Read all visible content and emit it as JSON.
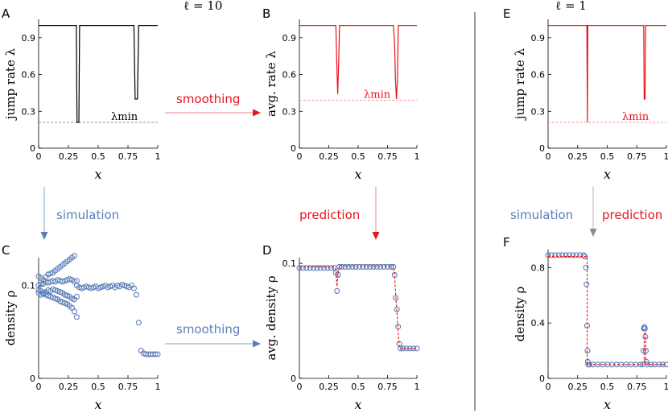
{
  "colors": {
    "black": "#000000",
    "red": "#e8141c",
    "blue": "#5b7db8",
    "gray": "#8c8c8c",
    "pink": "#f29aa0",
    "lightblue": "#9db3d6"
  },
  "header": {
    "left": "ℓ = 10",
    "right": "ℓ = 1"
  },
  "arrows": {
    "smoothing_top": "smoothing",
    "simulation_left": "simulation",
    "prediction_mid": "prediction",
    "smoothing_bottom": "smoothing",
    "simulation_right": "simulation",
    "prediction_right": "prediction"
  },
  "chart_data": [
    {
      "panel": "A",
      "type": "line",
      "ylabel": "jump rate λ",
      "xlabel": "x",
      "xlim": [
        0,
        1
      ],
      "ylim": [
        0,
        1.05
      ],
      "xticks": [
        "0",
        "0.25",
        "0.5",
        "0.75",
        "1"
      ],
      "xtick_values": [
        0,
        0.25,
        0.5,
        0.75,
        1
      ],
      "yticks": [
        "0",
        "0.3",
        "0.6",
        "0.9"
      ],
      "ytick_values": [
        0,
        0.3,
        0.6,
        0.9
      ],
      "annotation": "λmin",
      "lambda_min": 0.21,
      "series": [
        {
          "color": "black",
          "x": [
            0,
            0.316,
            0.322,
            0.33,
            0.338,
            0.344,
            0.8,
            0.81,
            0.82,
            0.83,
            0.84,
            1
          ],
          "y": [
            1,
            1,
            0.21,
            0.21,
            0.21,
            1,
            1,
            0.4,
            0.4,
            0.4,
            1,
            1
          ]
        }
      ]
    },
    {
      "panel": "B",
      "type": "line",
      "ylabel": "avg. rate λ",
      "xlabel": "x",
      "xlim": [
        0,
        1
      ],
      "ylim": [
        0,
        1.05
      ],
      "xticks": [
        "0",
        "0.25",
        "0.5",
        "0.75",
        "1"
      ],
      "xtick_values": [
        0,
        0.25,
        0.5,
        0.75,
        1
      ],
      "yticks": [
        "0",
        "0.3",
        "0.6",
        "0.9"
      ],
      "ytick_values": [
        0,
        0.3,
        0.6,
        0.9
      ],
      "annotation": "λmin",
      "lambda_min": 0.39,
      "series": [
        {
          "color": "red",
          "x": [
            0,
            0.31,
            0.318,
            0.326,
            0.334,
            0.342,
            0.8,
            0.81,
            0.818,
            0.826,
            0.834,
            0.842,
            1
          ],
          "y": [
            1,
            1,
            0.7,
            0.44,
            0.7,
            1,
            1,
            0.85,
            0.55,
            0.4,
            0.55,
            1,
            1
          ]
        }
      ]
    },
    {
      "panel": "E",
      "type": "line",
      "ylabel": "jump rate λ",
      "xlabel": "x",
      "xlim": [
        0,
        1
      ],
      "ylim": [
        0,
        1.05
      ],
      "xticks": [
        "0",
        "0.25",
        "0.5",
        "0.75",
        "1"
      ],
      "xtick_values": [
        0,
        0.25,
        0.5,
        0.75,
        1
      ],
      "yticks": [
        "0",
        "0.3",
        "0.6",
        "0.9"
      ],
      "ytick_values": [
        0,
        0.3,
        0.6,
        0.9
      ],
      "annotation": "λmin",
      "lambda_min": 0.21,
      "series": [
        {
          "color": "red",
          "x": [
            0,
            0.328,
            0.332,
            0.336,
            0.8,
            0.808,
            0.812,
            0.82,
            0.824,
            1
          ],
          "y": [
            1,
            1,
            0.21,
            1,
            1,
            1,
            0.4,
            0.4,
            1,
            1
          ]
        }
      ]
    },
    {
      "panel": "C",
      "type": "scatter",
      "ylabel": "density ρ",
      "xlabel": "x",
      "xlim": [
        0,
        1
      ],
      "ylim": [
        0,
        0.13
      ],
      "xticks": [
        "0",
        "0.25",
        "0.5",
        "0.75",
        "1"
      ],
      "xtick_values": [
        0,
        0.25,
        0.5,
        0.75,
        1
      ],
      "yticks": [
        "0",
        "0.1"
      ],
      "ytick_values": [
        0,
        0.1
      ],
      "series": [
        {
          "color": "blue",
          "x": [
            0,
            0.02,
            0.04,
            0.06,
            0.08,
            0.1,
            0.12,
            0.14,
            0.16,
            0.18,
            0.2,
            0.22,
            0.24,
            0.26,
            0.28,
            0.3,
            0.32,
            0.34,
            0.36,
            0.38,
            0.4,
            0.42,
            0.44,
            0.46,
            0.48,
            0.5,
            0.52,
            0.54,
            0.56,
            0.58,
            0.6,
            0.62,
            0.64,
            0.66,
            0.68,
            0.7,
            0.72,
            0.74,
            0.76,
            0.78,
            0.8,
            0.82,
            0.84,
            0.86,
            0.88,
            0.9,
            0.92,
            0.94,
            0.96,
            0.98,
            1
          ],
          "y": [
            0.11,
            0.108,
            0.106,
            0.109,
            0.112,
            0.113,
            0.114,
            0.116,
            0.118,
            0.12,
            0.122,
            0.124,
            0.126,
            0.128,
            0.13,
            0.132,
            0.1,
            0.098,
            0.097,
            0.098,
            0.099,
            0.098,
            0.097,
            0.098,
            0.099,
            0.097,
            0.098,
            0.099,
            0.1,
            0.098,
            0.099,
            0.1,
            0.098,
            0.1,
            0.099,
            0.101,
            0.1,
            0.099,
            0.098,
            0.1,
            0.097,
            0.09,
            0.06,
            0.03,
            0.027,
            0.026,
            0.026,
            0.026,
            0.026,
            0.026,
            0.026
          ]
        },
        {
          "color": "blue",
          "x": [
            0,
            0.02,
            0.04,
            0.06,
            0.08,
            0.1,
            0.12,
            0.14,
            0.16,
            0.18,
            0.2,
            0.22,
            0.24,
            0.26,
            0.28,
            0.3,
            0.32
          ],
          "y": [
            0.095,
            0.094,
            0.092,
            0.09,
            0.089,
            0.088,
            0.087,
            0.086,
            0.085,
            0.083,
            0.082,
            0.081,
            0.08,
            0.078,
            0.076,
            0.072,
            0.066
          ]
        },
        {
          "color": "blue",
          "x": [
            0,
            0.02,
            0.04,
            0.06,
            0.08,
            0.1,
            0.12,
            0.14,
            0.16,
            0.18,
            0.2,
            0.22,
            0.24,
            0.26,
            0.28,
            0.3,
            0.32
          ],
          "y": [
            0.1,
            0.101,
            0.102,
            0.104,
            0.103,
            0.104,
            0.105,
            0.104,
            0.106,
            0.105,
            0.104,
            0.105,
            0.106,
            0.107,
            0.106,
            0.104,
            0.105
          ]
        },
        {
          "color": "blue",
          "x": [
            0,
            0.02,
            0.04,
            0.06,
            0.08,
            0.1,
            0.12,
            0.14,
            0.16,
            0.18,
            0.2,
            0.22,
            0.24,
            0.26,
            0.28,
            0.3,
            0.32
          ],
          "y": [
            0.092,
            0.09,
            0.091,
            0.093,
            0.095,
            0.094,
            0.096,
            0.095,
            0.094,
            0.093,
            0.092,
            0.09,
            0.089,
            0.088,
            0.086,
            0.085,
            0.088
          ]
        }
      ]
    },
    {
      "panel": "D",
      "type": "line",
      "ylabel": "avg. density ρ",
      "xlabel": "x",
      "xlim": [
        0,
        1
      ],
      "ylim": [
        0,
        0.105
      ],
      "xticks": [
        "0",
        "0.25",
        "0.5",
        "0.75",
        "1"
      ],
      "xtick_values": [
        0,
        0.25,
        0.5,
        0.75,
        1
      ],
      "yticks": [
        "0",
        "0.1"
      ],
      "ytick_values": [
        0,
        0.1
      ],
      "series": [
        {
          "name": "",
          "color": "blue",
          "x": [
            0,
            0.03,
            0.06,
            0.09,
            0.12,
            0.15,
            0.18,
            0.21,
            0.24,
            0.27,
            0.3,
            0.31,
            0.32,
            0.33,
            0.34,
            0.36,
            0.39,
            0.42,
            0.45,
            0.48,
            0.51,
            0.54,
            0.57,
            0.6,
            0.63,
            0.66,
            0.69,
            0.72,
            0.75,
            0.78,
            0.8,
            0.81,
            0.82,
            0.83,
            0.84,
            0.85,
            0.86,
            0.88,
            0.91,
            0.94,
            0.97,
            1
          ],
          "y": [
            0.096,
            0.096,
            0.096,
            0.096,
            0.096,
            0.096,
            0.096,
            0.096,
            0.096,
            0.096,
            0.096,
            0.092,
            0.076,
            0.09,
            0.097,
            0.097,
            0.097,
            0.097,
            0.097,
            0.097,
            0.097,
            0.097,
            0.097,
            0.097,
            0.097,
            0.097,
            0.097,
            0.097,
            0.097,
            0.097,
            0.097,
            0.09,
            0.07,
            0.06,
            0.045,
            0.03,
            0.026,
            0.026,
            0.026,
            0.026,
            0.026,
            0.026
          ]
        },
        {
          "name": "",
          "color": "red",
          "x": [
            0,
            0.3,
            0.31,
            0.32,
            0.33,
            0.34,
            0.8,
            0.81,
            0.82,
            0.83,
            0.84,
            0.85,
            0.86,
            1
          ],
          "y": [
            0.097,
            0.097,
            0.093,
            0.08,
            0.092,
            0.098,
            0.098,
            0.09,
            0.072,
            0.058,
            0.042,
            0.028,
            0.026,
            0.026
          ]
        }
      ]
    },
    {
      "panel": "F",
      "type": "line",
      "ylabel": "density ρ",
      "xlabel": "x",
      "xlim": [
        0,
        1
      ],
      "ylim": [
        0,
        0.93
      ],
      "xticks": [
        "0",
        "0.25",
        "0.5",
        "0.75",
        "1"
      ],
      "xtick_values": [
        0,
        0.25,
        0.5,
        0.75,
        1
      ],
      "yticks": [
        "0",
        "0.4",
        "0.8"
      ],
      "ytick_values": [
        0,
        0.4,
        0.8
      ],
      "series": [
        {
          "name": "",
          "color": "blue",
          "x": [
            0,
            0.03,
            0.06,
            0.09,
            0.12,
            0.15,
            0.18,
            0.21,
            0.24,
            0.27,
            0.3,
            0.31,
            0.32,
            0.325,
            0.33,
            0.333,
            0.336,
            0.34,
            0.35,
            0.38,
            0.42,
            0.46,
            0.5,
            0.54,
            0.58,
            0.62,
            0.66,
            0.7,
            0.74,
            0.78,
            0.8,
            0.806,
            0.81,
            0.814,
            0.818,
            0.822,
            0.826,
            0.83,
            0.84,
            0.87,
            0.9,
            0.94,
            0.97,
            1
          ],
          "y": [
            0.89,
            0.89,
            0.89,
            0.89,
            0.89,
            0.89,
            0.89,
            0.89,
            0.89,
            0.89,
            0.89,
            0.88,
            0.8,
            0.68,
            0.38,
            0.2,
            0.12,
            0.1,
            0.1,
            0.1,
            0.1,
            0.1,
            0.1,
            0.1,
            0.1,
            0.1,
            0.1,
            0.1,
            0.1,
            0.1,
            0.1,
            0.2,
            0.36,
            0.37,
            0.36,
            0.3,
            0.2,
            0.12,
            0.1,
            0.1,
            0.1,
            0.1,
            0.1,
            0.1
          ]
        },
        {
          "name": "",
          "color": "red",
          "x": [
            0,
            0.33,
            0.33,
            0.812,
            0.812,
            0.826,
            0.826,
            1
          ],
          "y": [
            0.88,
            0.88,
            0.1,
            0.1,
            0.33,
            0.33,
            0.1,
            0.1
          ]
        }
      ]
    }
  ]
}
